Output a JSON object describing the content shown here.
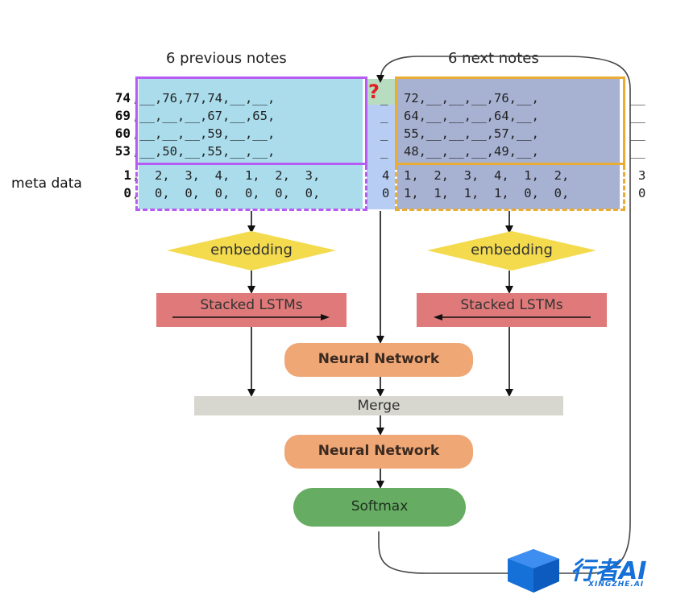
{
  "headings": {
    "previous": "6 previous notes",
    "next": "6 next notes"
  },
  "row_labels": [
    "74",
    "69",
    "60",
    "53"
  ],
  "meta_label": "meta data",
  "meta_row_labels": [
    "1",
    "0"
  ],
  "previous_rows": [
    ",__,76,77,74,__,__,",
    ",__,__,__,67,__,65,",
    ",__,__,__,59,__,__,",
    ",__,50,__,55,__,__,"
  ],
  "current_rows": [
    "_",
    "_",
    "_",
    "_"
  ],
  "next_rows": [
    "72,__,__,__,76,__,",
    "64,__,__,__,64,__,",
    "55,__,__,__,57,__,",
    "48,__,__,__,49,__,"
  ],
  "trailing_rows": [
    "__",
    "__",
    "__",
    "__"
  ],
  "meta_previous": [
    ",  2,  3,  4,  1,  2,  3,",
    ",  0,  0,  0,  0,  0,  0,"
  ],
  "meta_current": [
    "4",
    "0"
  ],
  "meta_next": [
    "1,  2,  3,  4,  1,  2,",
    "1,  1,  1,  1,  0,  0,"
  ],
  "meta_trailing": [
    "3",
    "0"
  ],
  "question_mark": "?",
  "nodes": {
    "embedding_left": "embedding",
    "embedding_right": "embedding",
    "lstm_left": "Stacked LSTMs",
    "lstm_right": "Stacked LSTMs",
    "nn_top": "Neural Network",
    "merge": "Merge",
    "nn_bottom": "Neural Network",
    "softmax": "Softmax"
  },
  "logo": {
    "main": "行者AI",
    "sub": "XINGZHE.AI"
  },
  "colors": {
    "previous_border": "#b65cf2",
    "next_border": "#e9ad35",
    "previous_fill": "#aadcec",
    "next_fill": "#a7b1d2",
    "embedding": "#f3db4d",
    "lstm": "#e07a7a",
    "neural_network": "#f0a776",
    "merge": "#d7d7d0",
    "softmax": "#66ac62",
    "logo": "#1570d8"
  }
}
